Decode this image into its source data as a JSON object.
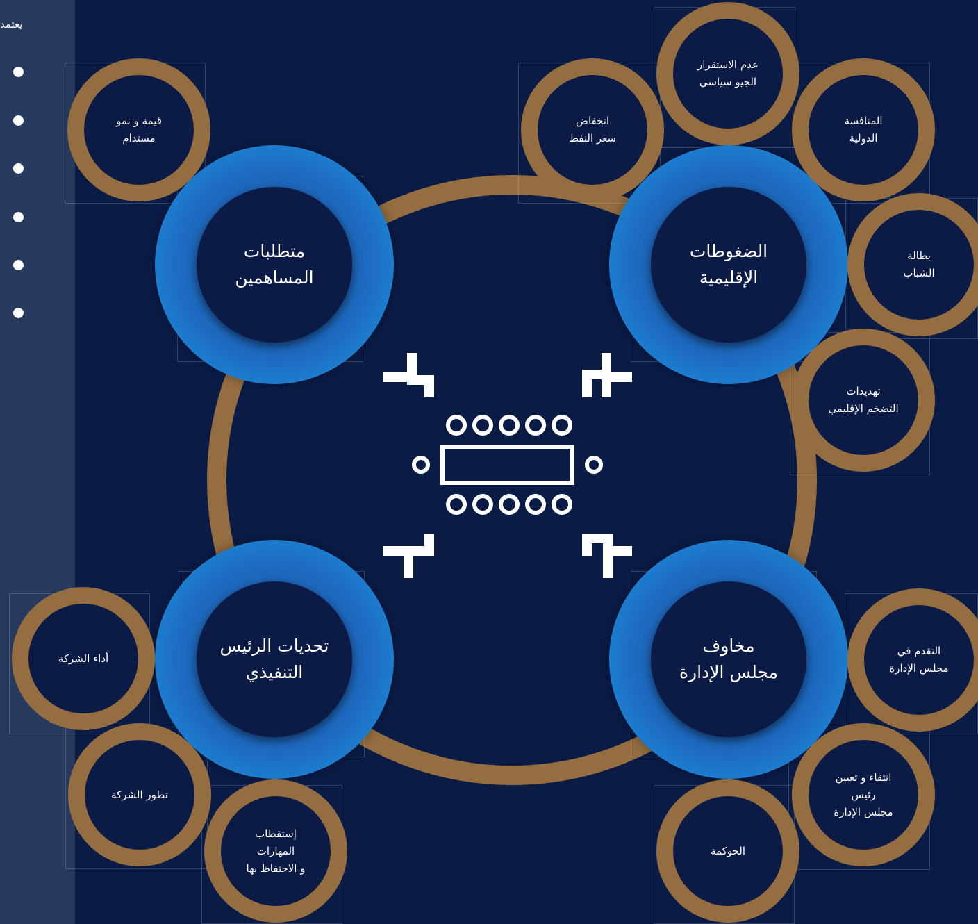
{
  "sidebar": {
    "heading": "يعتمد",
    "bullet_count": 6
  },
  "diagram": {
    "ring_color": "#946d41",
    "hub_color": "#1b86d6",
    "background": "#0a1b46",
    "center_icon": "boardroom-table-icon",
    "hubs": [
      {
        "id": "shareholders",
        "label": "متطلبات\nالمساهمين",
        "children": [
          {
            "id": "value-growth",
            "label": "قيمة و نمو\nمستدام"
          }
        ]
      },
      {
        "id": "regional",
        "label": "الضغوطات\nالإقليمية",
        "children": [
          {
            "id": "oil-price",
            "label": "انخفاض\nسعر النفط"
          },
          {
            "id": "geopolitical",
            "label": "عدم الاستقرار\nالجيو سياسي"
          },
          {
            "id": "competition",
            "label": "المنافسة\nالدولية"
          },
          {
            "id": "youth-unemployment",
            "label": "بطالة\nالشباب"
          },
          {
            "id": "inflation",
            "label": "تهديدات\nالتضخم الإقليمي"
          }
        ]
      },
      {
        "id": "ceo",
        "label": "تحديات الرئيس\nالتنفيذي",
        "children": [
          {
            "id": "company-performance",
            "label": "أداء الشركة"
          },
          {
            "id": "company-development",
            "label": "تطور الشركة"
          },
          {
            "id": "talent",
            "label": "إستقطاب\nالمهارات\nو الاحتفاظ بها"
          }
        ]
      },
      {
        "id": "board",
        "label": "مخاوف\nمجلس الإدارة",
        "children": [
          {
            "id": "board-progress",
            "label": "التقدم في\nمجلس الإدارة"
          },
          {
            "id": "chairman-selection",
            "label": "انتقاء و تعيين\nرئيس\nمجلس الإدارة"
          },
          {
            "id": "governance",
            "label": "الحوكمة"
          }
        ]
      }
    ]
  }
}
